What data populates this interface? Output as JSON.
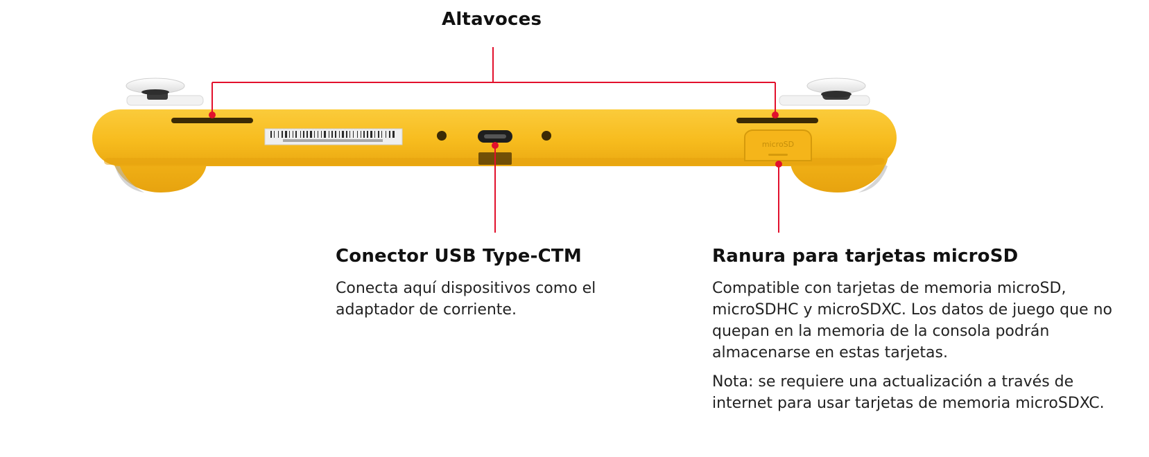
{
  "callouts": {
    "speakers": {
      "title": "Altavoces"
    },
    "usb": {
      "title": "Conector USB Type-CTM",
      "description": "Conecta aquí dispositivos como el adaptador de corriente."
    },
    "microsd": {
      "title": "Ranura para tarjetas microSD",
      "description": "Compatible con tarjetas de memoria microSD, microSDHC y microSDXC. Los datos de juego que no quepan en la memoria de la consola podrán almacenarse en estas tarjetas.",
      "note": "Nota: se requiere una actualización a través de internet para usar tarjetas de memoria microSDXC."
    }
  },
  "colors": {
    "console_body": "#F7BC1E",
    "console_shadow": "#E3A410",
    "leader_line": "#E2102C",
    "stick_white": "#F1F1F1"
  },
  "device": {
    "sd_cover_marking": "microSD"
  }
}
